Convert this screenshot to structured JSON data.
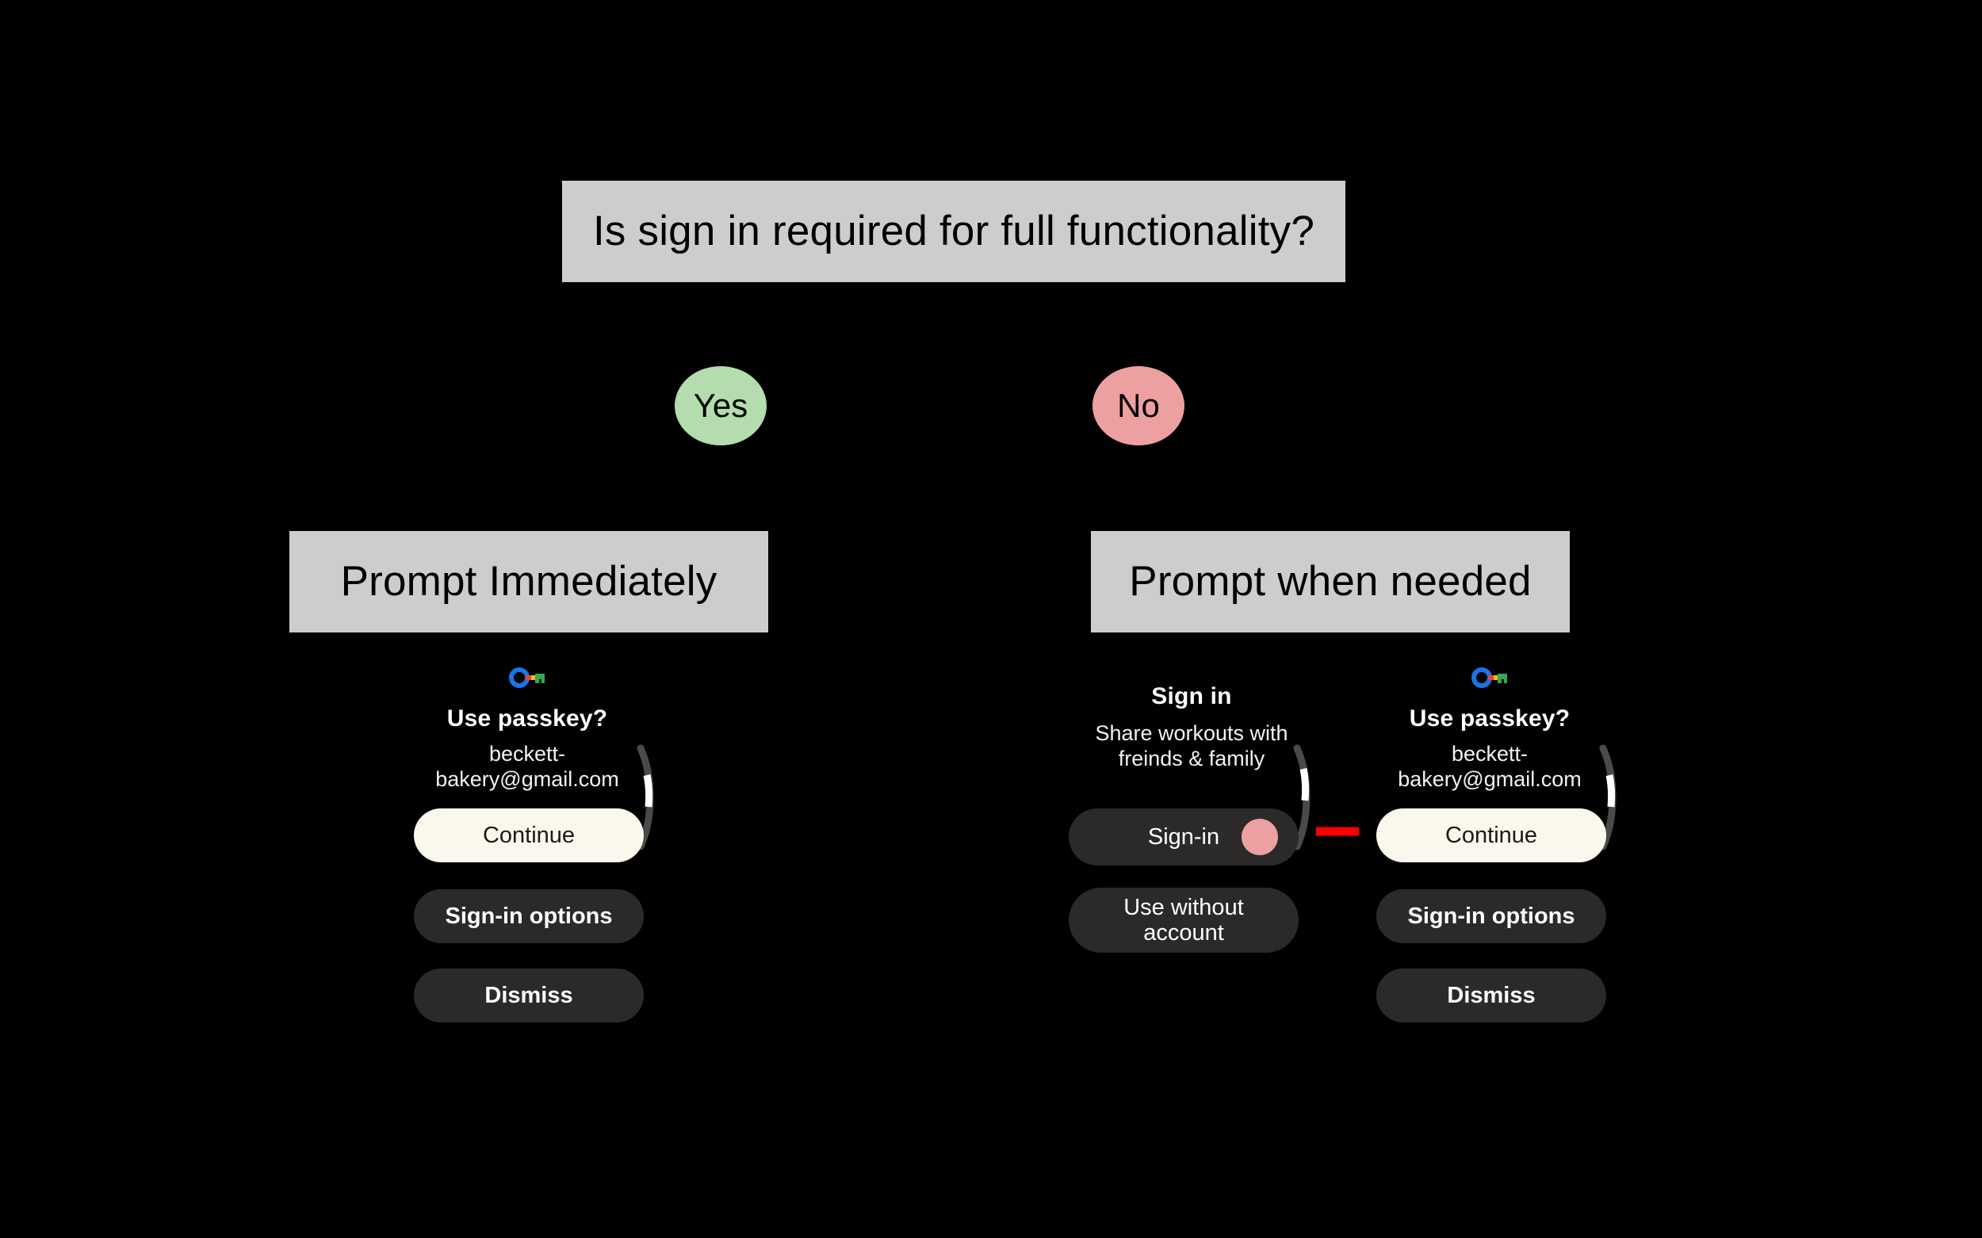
{
  "diagram": {
    "background_color": "#000000",
    "box_fill": "#cdcdcd",
    "question": "Is sign in required for full functionality?",
    "branch_yes": "Yes",
    "branch_no": "No",
    "yes_color": "#b4dcae",
    "no_color": "#eda0a2",
    "outcome_yes": "Prompt Immediately",
    "outcome_no": "Prompt when needed",
    "arrow_color": "#ff0000"
  },
  "cards": {
    "passkey_left": {
      "icon": "passkey-icon",
      "title": "Use passkey?",
      "subtitle": "beckett-bakery@gmail.com",
      "buttons": [
        {
          "label": "Continue",
          "style": "primary"
        },
        {
          "label": "Sign-in options",
          "style": "secondary"
        },
        {
          "label": "Dismiss",
          "style": "secondary"
        }
      ]
    },
    "signin": {
      "title": "Sign in",
      "subtitle": "Share workouts with freinds & family",
      "buttons": [
        {
          "label": "Sign-in",
          "style": "plain",
          "badge_color": "#eda0a2"
        },
        {
          "label": "Use without account",
          "style": "plain"
        }
      ]
    },
    "passkey_right": {
      "icon": "passkey-icon",
      "title": "Use passkey?",
      "subtitle": "beckett-bakery@gmail.com",
      "buttons": [
        {
          "label": "Continue",
          "style": "primary"
        },
        {
          "label": "Sign-in options",
          "style": "secondary"
        },
        {
          "label": "Dismiss",
          "style": "secondary"
        }
      ]
    }
  },
  "colors": {
    "pill_primary_bg": "#faf7ec",
    "pill_primary_text": "#1a1a18",
    "pill_secondary_bg": "#2b2a28",
    "pill_secondary_text": "#ffffff",
    "scrollbar_track": "#4a4a4a",
    "scrollbar_thumb": "#ffffff"
  }
}
